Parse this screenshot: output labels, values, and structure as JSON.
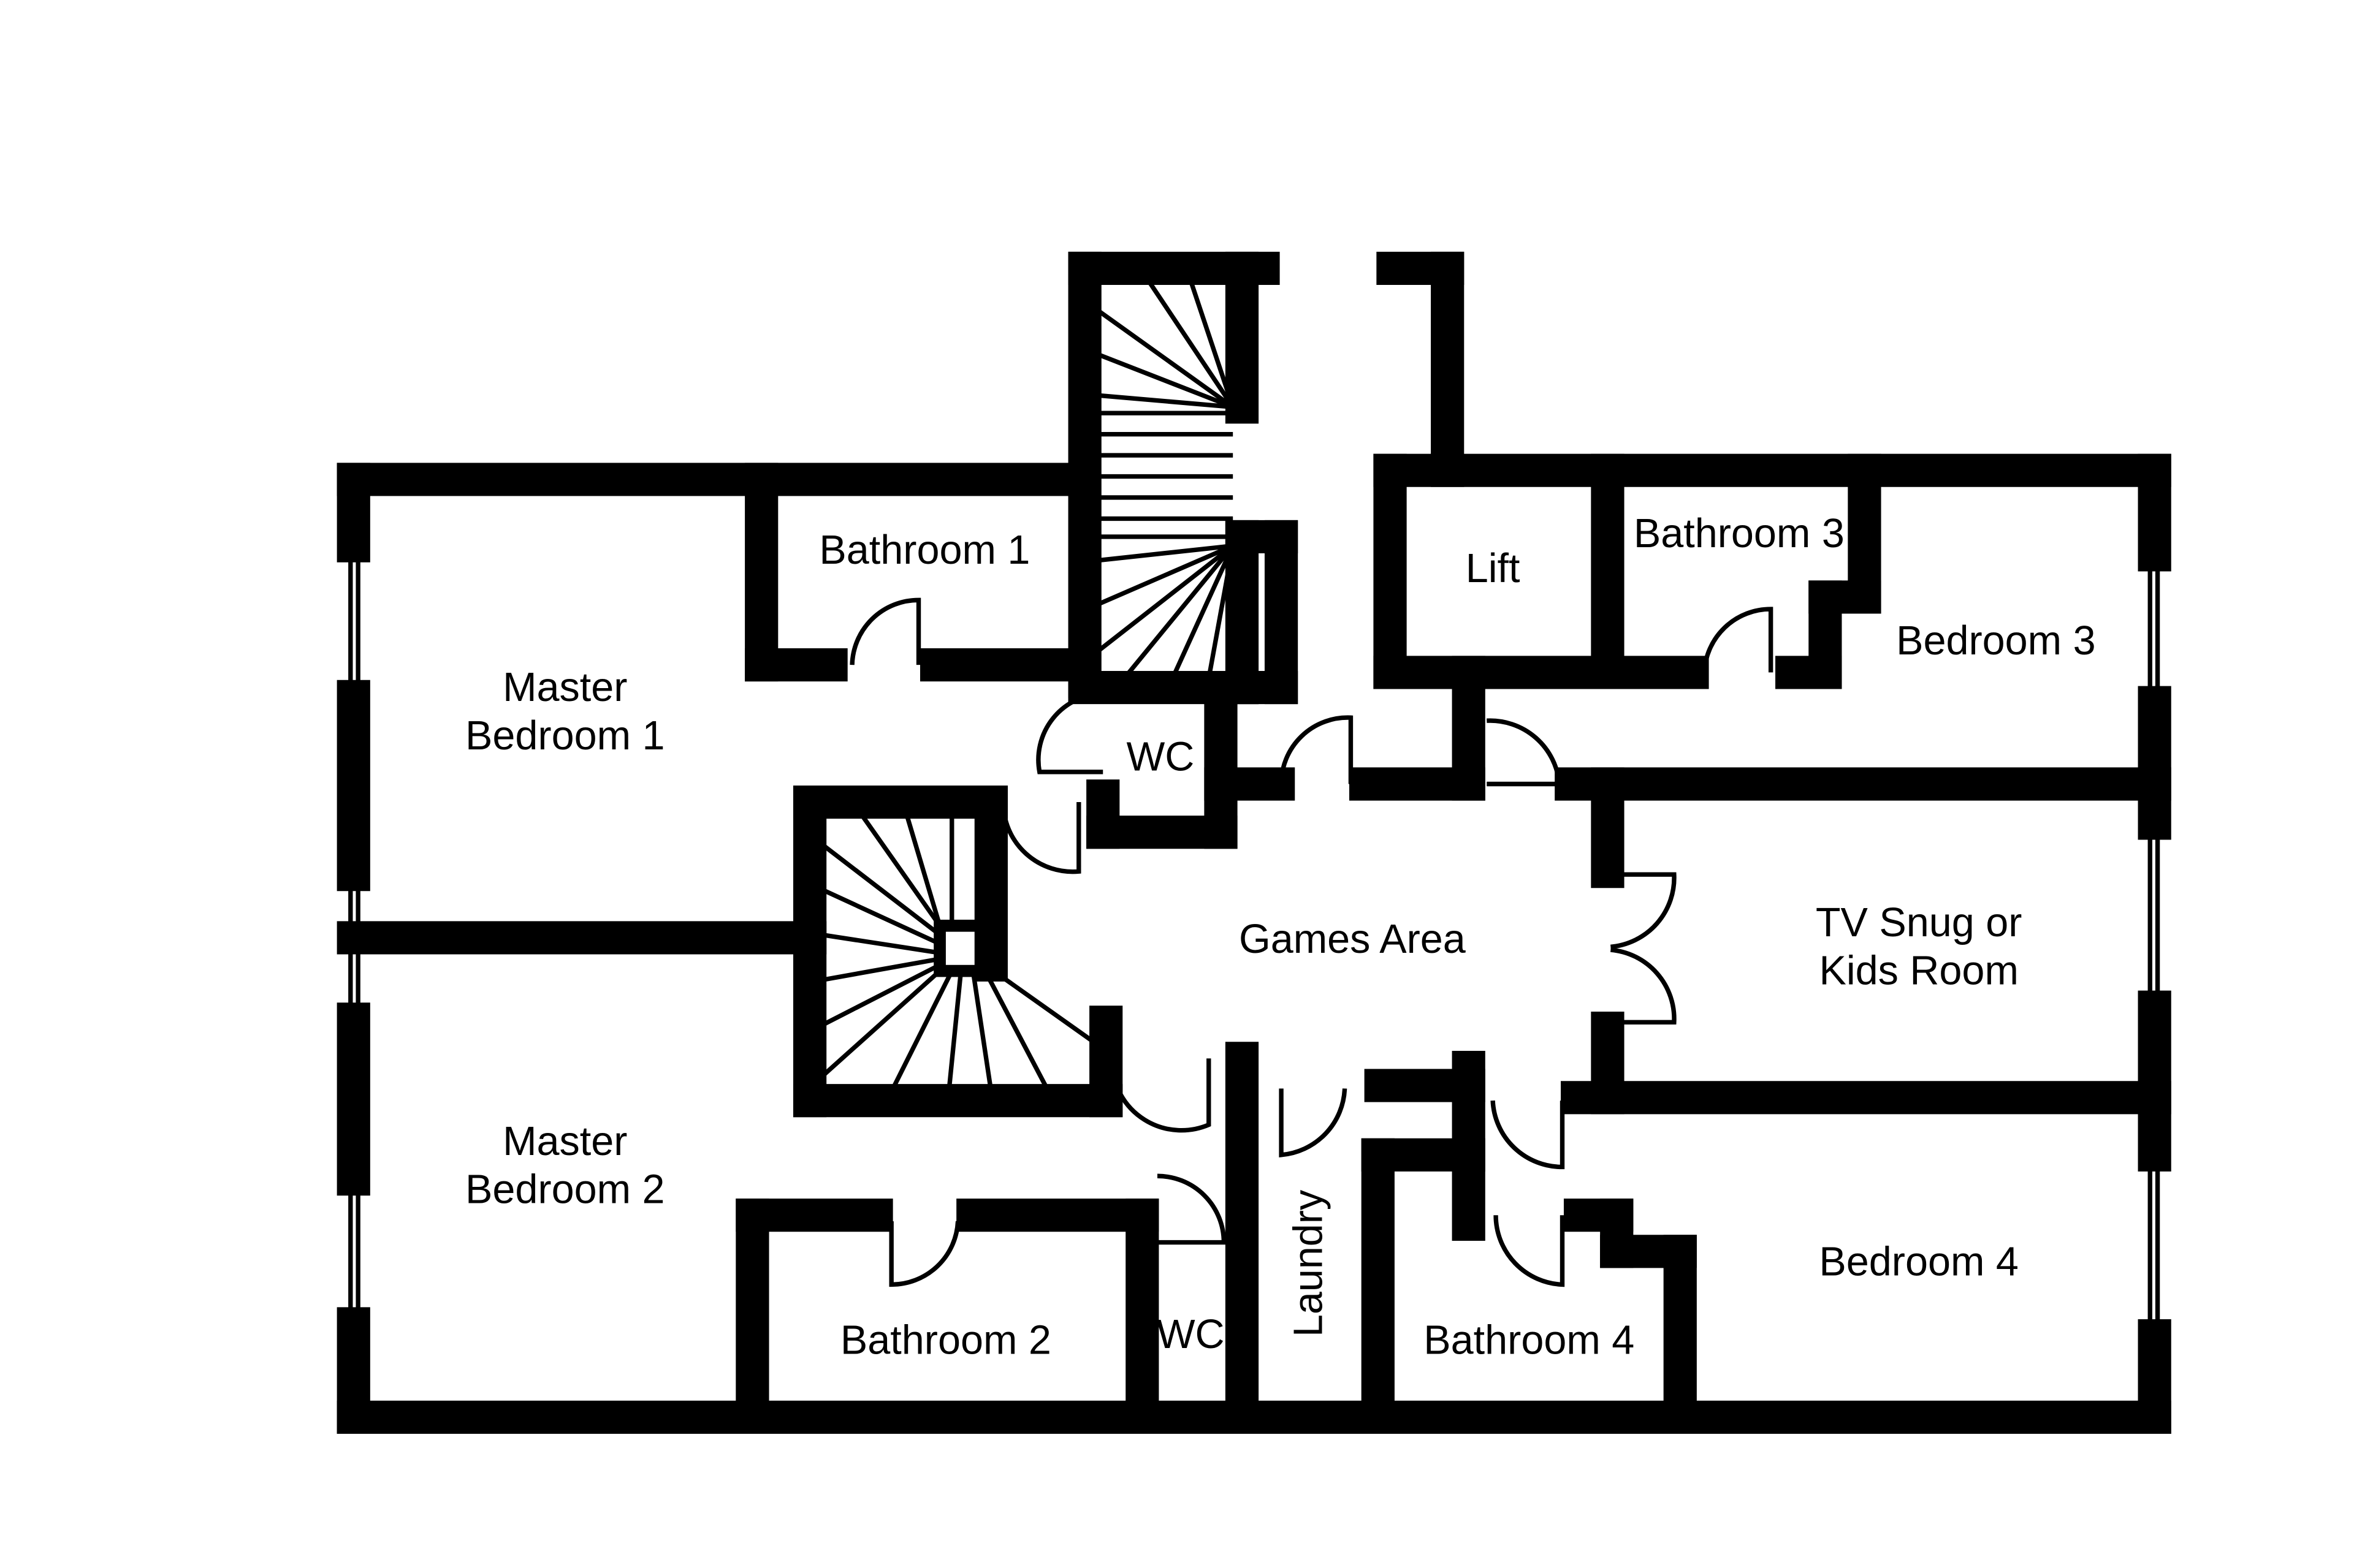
{
  "rooms": {
    "master_bedroom_1": [
      "Master",
      "Bedroom 1"
    ],
    "master_bedroom_2": [
      "Master",
      "Bedroom 2"
    ],
    "bathroom_1": "Bathroom 1",
    "bathroom_2": "Bathroom 2",
    "bathroom_3": "Bathroom 3",
    "bathroom_4": "Bathroom 4",
    "wc_upper": "WC",
    "wc_lower": "WC",
    "lift": "Lift",
    "bedroom_3": "Bedroom 3",
    "bedroom_4": "Bedroom 4",
    "tv_snug": [
      "TV Snug or",
      "Kids Room"
    ],
    "games_area": "Games Area",
    "laundry": "Laundry"
  }
}
